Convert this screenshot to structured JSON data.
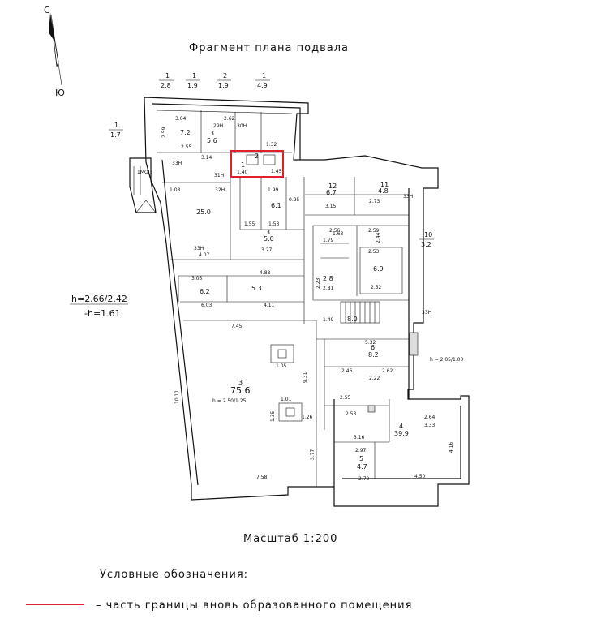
{
  "title": "Фрагмент плана подвала",
  "compass": {
    "north": "С",
    "south": "Ю"
  },
  "scale": "Масштаб 1:200",
  "height_note": {
    "top": "h=2.66/2.42",
    "bottom": "-h=1.61"
  },
  "legend": {
    "heading": "Условные обозначения:",
    "items": [
      {
        "color": "#e0202a",
        "label": "– часть границы вновь образованного помещения"
      }
    ]
  },
  "colors": {
    "line": "#111111",
    "highlight": "#e0202a"
  },
  "top_marks": [
    {
      "num": "1",
      "val": "2.8"
    },
    {
      "num": "1",
      "val": "1.9"
    },
    {
      "num": "2",
      "val": "1.9"
    },
    {
      "num": "1",
      "val": "4.9"
    }
  ],
  "side_marks": [
    {
      "num": "1",
      "val": "1.7"
    },
    {
      "num": "10",
      "val": "3.2"
    }
  ],
  "labels": {
    "r_72": "7.2",
    "r_56": "5.6",
    "r_250": "25.0",
    "r_50": "5.0",
    "r_62": "6.2",
    "r_53": "5.3",
    "r_756": "75.6",
    "r_82": "8.2",
    "r_399": "39.9",
    "r_67": "6.7",
    "r_48": "4.8",
    "r_61": "6.1",
    "r_28": "2.8",
    "r_69": "6.9",
    "r_80": "8.0",
    "r_47": "4.7",
    "h_room3": "h = 2.50/1.25",
    "h_room6": "h = 2.05/1.00",
    "z29n": "29Н",
    "z30n": "30Н",
    "z31n": "31Н",
    "z32n": "32Н",
    "z33n_a": "33Н",
    "z33n_b": "33Н",
    "z33n_c": "33Н",
    "z33n_d": "33Н",
    "zmop": "1МОП",
    "n3a": "3",
    "n3b": "3",
    "n3c": "3",
    "n4": "4",
    "n6": "6",
    "n5": "5",
    "n12": "12",
    "n11": "11",
    "n2": "2",
    "n1": "1",
    "d_745": "7.45",
    "d_758": "7.58",
    "d_1011": "10.11",
    "d_931": "9.31",
    "d_532": "5.32",
    "d_316": "3.16",
    "d_450": "4.50",
    "d_407": "4.07",
    "d_488": "4.88",
    "d_411": "4.11",
    "d_603": "6.03",
    "d_305": "3.05",
    "d_377": "3.77",
    "d_416": "4.16",
    "d_272": "2.72",
    "d_297": "2.97",
    "d_262": "2.62",
    "d_246": "2.46",
    "d_222": "2.22",
    "d_264": "2.64",
    "d_333": "3.33",
    "d_315": "3.15",
    "d_273": "2.73",
    "d_255": "2.55",
    "d_304": "3.04",
    "d_259": "2.59",
    "d_132": "1.32",
    "d_314": "3.14",
    "d_140": "1.40",
    "d_145": "1.45",
    "d_108": "1.08",
    "d_155": "1.55",
    "d_153": "1.53",
    "d_327": "3.27",
    "d_199": "1.99",
    "d_095": "0.95",
    "d_105": "1.05",
    "d_101": "1.01",
    "d_126": "1.26",
    "d_135": "1.35",
    "d_253": "2.53",
    "d_252": "2.52",
    "d_281": "2.81",
    "d_179": "1.79",
    "d_256": "2.56",
    "d_223": "2.23",
    "d_244": "2.44",
    "d_163": "1.63",
    "d_259b": "2.59",
    "d_255b": "2.55",
    "d_253b": "2.53",
    "d_149": "1.49"
  }
}
